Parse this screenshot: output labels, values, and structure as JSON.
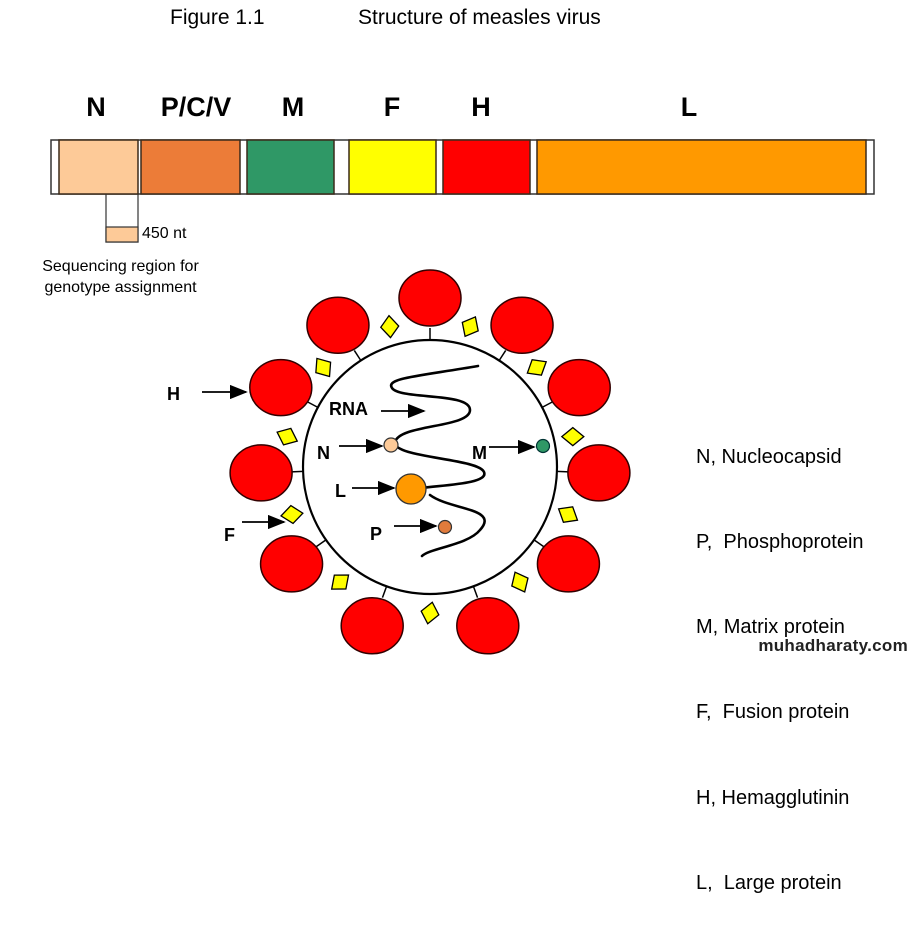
{
  "figure": {
    "number": "Figure 1.1",
    "title": "Structure of measles virus"
  },
  "genome": {
    "genes": [
      {
        "label": "N",
        "color": "#fdca98"
      },
      {
        "label": "P/C/V",
        "color": "#ec7c38"
      },
      {
        "label": "M",
        "color": "#2f9866"
      },
      {
        "label": "F",
        "color": "#ffff00"
      },
      {
        "label": "H",
        "color": "#ff0000"
      },
      {
        "label": "L",
        "color": "#ff9900"
      }
    ],
    "sequencing_fragment_label": "450 nt",
    "sequencing_caption_line1": "Sequencing region for",
    "sequencing_caption_line2": "genotype assignment"
  },
  "virion": {
    "labels": {
      "H": "H",
      "F": "F",
      "RNA": "RNA",
      "N": "N",
      "M": "M",
      "L": "L",
      "P": "P"
    },
    "colors": {
      "hemagglutinin": "#ff0000",
      "fusion": "#ffff00",
      "nucleocapsid": "#fdca98",
      "matrix": "#2f9866",
      "large": "#ff9900",
      "phospho": "#e07b3c"
    }
  },
  "legend": {
    "items": [
      "N, Nucleocapsid",
      "P,  Phosphoprotein",
      "M, Matrix protein",
      "F,  Fusion protein",
      "H, Hemagglutinin",
      "L,  Large protein"
    ]
  },
  "watermark": "muhadharaty.com"
}
